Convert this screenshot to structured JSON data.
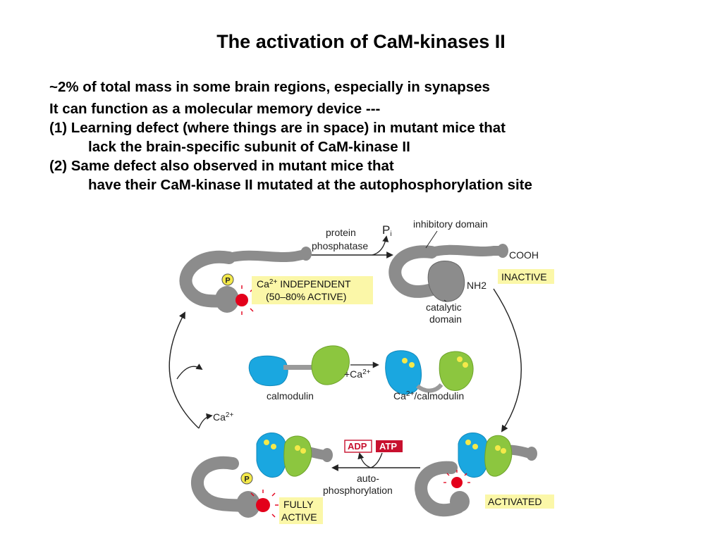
{
  "title": "The activation of CaM-kinases II",
  "bullets": {
    "line1": "~2% of total mass in some brain regions, especially in synapses",
    "line2": "It can function as a molecular memory device ---",
    "line3": "(1) Learning defect (where things are in space) in mutant mice that",
    "line4": "lack the brain-specific subunit of CaM-kinase II",
    "line5": "(2) Same defect also observed in mutant mice that",
    "line6": "have their CaM-kinase II mutated at the autophosphorylation site"
  },
  "diagram": {
    "protein_phosphatase_line1": "protein",
    "protein_phosphatase_line2": "phosphatase",
    "pi_main": "P",
    "pi_sub": "i",
    "inhibitory_domain": "inhibitory domain",
    "cooh": "COOH",
    "nh2": "NH2",
    "inactive": "INACTIVE",
    "catalytic_domain_line1": "catalytic",
    "catalytic_domain_line2": "domain",
    "independent_ca": "Ca",
    "independent_ca_sup": "2+",
    "independent_line1": " INDEPENDENT",
    "independent_line2": "(50–80% ACTIVE)",
    "phospho_p": "P",
    "plus_ca": "+Ca",
    "plus_ca_sup": "2+",
    "calmodulin": "calmodulin",
    "ca_calmodulin_ca": "Ca",
    "ca_calmodulin_sup": "2+",
    "ca_calmodulin_rest": "/calmodulin",
    "minus_ca": "Ca",
    "minus_ca_sup": "2+",
    "adp": "ADP",
    "atp": "ATP",
    "auto_line1": "auto-",
    "auto_line2": "phosphorylation",
    "fully_active_line1": "FULLY",
    "fully_active_line2": "ACTIVE",
    "activated": "ACTIVATED",
    "colors": {
      "kinase_gray": "#8c8c8c",
      "calmodulin_blue": "#1aa7e0",
      "calmodulin_green": "#8cc63f",
      "ca_ion_yellow": "#f4e94a",
      "active_red": "#e3001b",
      "label_highlight": "#fbf7a8",
      "adp_atp_red": "#c8102e"
    }
  }
}
